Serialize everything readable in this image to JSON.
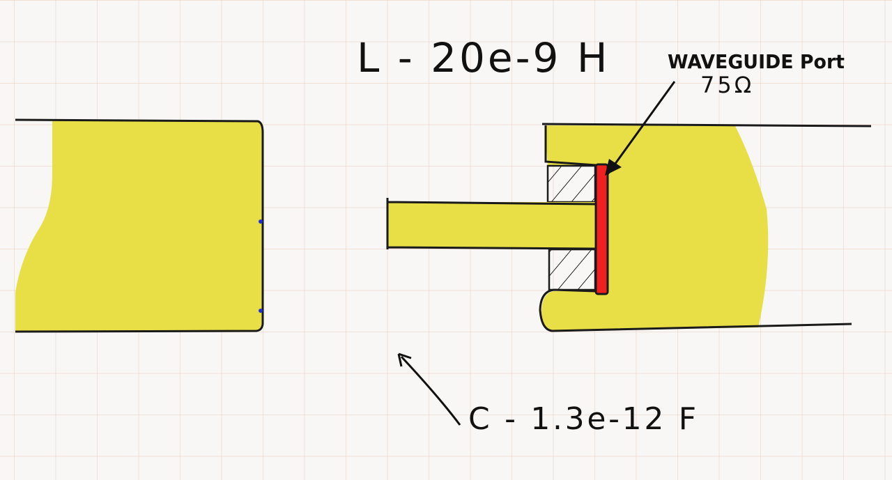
{
  "labels": {
    "inductance": "L - 20e-9 H",
    "port_name": "WAVEGUIDE Port",
    "port_impedance": "75Ω",
    "capacitance": "C - 1.3e-12 F"
  },
  "colors": {
    "conductor": "#e8de45",
    "port": "#ee2020",
    "ink": "#1a1a1a",
    "grid": "#ebcdbe"
  }
}
